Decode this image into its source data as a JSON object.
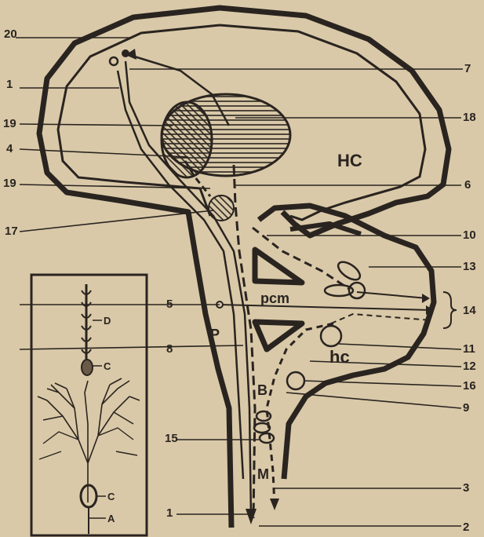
{
  "labels": {
    "n20": "20",
    "n1a": "1",
    "n7": "7",
    "n19a": "19",
    "n18": "18",
    "n4": "4",
    "n19b": "19",
    "n6": "6",
    "n17": "17",
    "n10": "10",
    "n13": "13",
    "n14": "14",
    "n5": "5",
    "n8": "8",
    "n11": "11",
    "n12": "12",
    "n16": "16",
    "n9": "9",
    "n15": "15",
    "n3": "3",
    "n1b": "1",
    "n2": "2"
  },
  "regions": {
    "HC": "HC",
    "pcm": "pcm",
    "hc": "hc",
    "P": "P",
    "B": "B",
    "M": "M"
  },
  "inset": {
    "D": "D",
    "C_top": "C",
    "C_bottom": "C",
    "A": "A"
  }
}
